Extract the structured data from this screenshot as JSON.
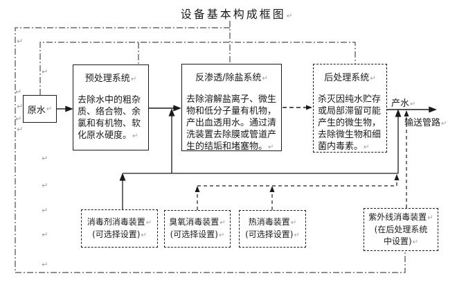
{
  "title": "设备基本构成框图",
  "marks": {
    "return": "↵"
  },
  "diagram": {
    "nodes": {
      "raw_water": {
        "label": "原水"
      },
      "pretreatment": {
        "title": "预处理系统",
        "body": "去除水中的粗杂质、络合物、余氯和有机物、软化原水硬度。"
      },
      "reverse_osmosis": {
        "title": "反渗透/除盐系统",
        "body": "去除溶解盐离子、微生物和低分子量有机物，产出血透用水。通过清洗装置去除膜或管道产生的结垢和堵塞物。"
      },
      "post_treatment": {
        "title": "后处理系统",
        "body": "杀灭因纯水贮存或局部滞留可能产生的微生物，去除微生物和细菌内毒素。"
      },
      "disinfectant": {
        "line1": "消毒剂消毒装置",
        "line2": "(可选择设置)"
      },
      "ozone": {
        "line1": "臭氧消毒装置",
        "line2": "(可选择设置)"
      },
      "heat": {
        "line1": "热消毒装置",
        "line2": "(可选择设置)"
      },
      "uv": {
        "line1": "紫外线消毒装置",
        "line2": "(在后处理系统",
        "line3": "中设置)"
      }
    },
    "labels": {
      "product_water": "产水",
      "pipeline": "输送管路"
    },
    "flow_order": [
      "原水",
      "预处理系统",
      "反渗透/除盐系统",
      "后处理系统",
      "产水",
      "输送管路"
    ],
    "line_styles": {
      "main_flow": "solid",
      "ro_to_post": "dashed",
      "sanitize_loops": "dash-dot"
    }
  },
  "colors": {
    "line": "#1a1a1a",
    "dashdot_line": "#4a4a4a",
    "format_mark": "#9b9b9b",
    "background": "#ffffff"
  }
}
